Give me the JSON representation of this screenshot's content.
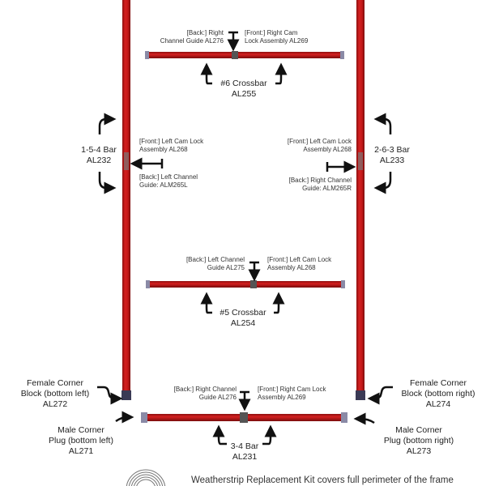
{
  "crossbars": {
    "crossbar6": {
      "title": "#6 Crossbar",
      "part": "AL255",
      "back_label": "[Back:] Right\nChannel Guide AL276",
      "front_label": "[Front:] Right Cam\nLock Assembly AL269"
    },
    "crossbar5": {
      "title": "#5 Crossbar",
      "part": "AL254",
      "back_label": "[Back:] Left Channel\nGuide AL275",
      "front_label": "[Front:] Left Cam Lock\nAssembly AL268"
    },
    "bar34": {
      "title": "3-4 Bar",
      "part": "AL231",
      "back_label": "[Back:] Right Channel\nGuide AL276",
      "front_label": "[Front:] Right Cam Lock\nAssembly AL269"
    }
  },
  "side_bars": {
    "left": {
      "title": "1-5-4 Bar",
      "part": "AL232",
      "front_label": "[Front:] Left Cam Lock\nAssembly AL268",
      "back_label": "[Back:] Left Channel\nGuide: ALM265L"
    },
    "right": {
      "title": "2-6-3 Bar",
      "part": "AL233",
      "front_label": "[Front:] Left Cam Lock\nAssembly AL268",
      "back_label": "[Back:] Right Channel\nGuide: ALM265R"
    }
  },
  "corners": {
    "female_left": {
      "line1": "Female Corner",
      "line2": "Block (bottom left)",
      "part": "AL272"
    },
    "female_right": {
      "line1": "Female Corner",
      "line2": "Block (bottom right)",
      "part": "AL274"
    },
    "male_left": {
      "line1": "Male Corner",
      "line2": "Plug (bottom left)",
      "part": "AL271"
    },
    "male_right": {
      "line1": "Male Corner",
      "line2": "Plug (bottom right)",
      "part": "AL273"
    }
  },
  "footer": {
    "note": "Weatherstrip Replacement Kit covers full perimeter of the frame"
  },
  "colors": {
    "bar_red": "#cc1a1a",
    "bar_dark": "#8e0f0f",
    "arrow": "#111111"
  }
}
